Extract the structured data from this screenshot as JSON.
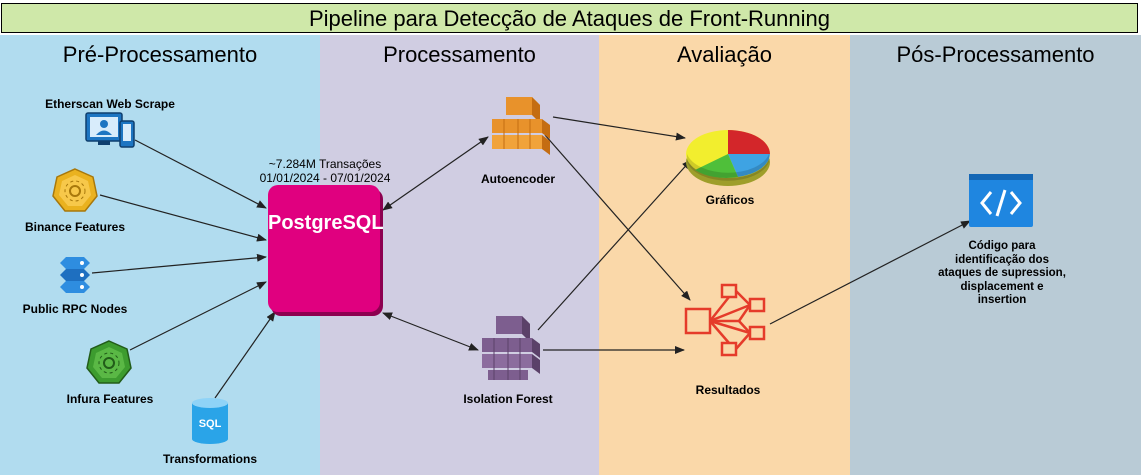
{
  "title": "Pipeline para Detecção de Ataques de Front-Running",
  "sections": {
    "pre": "Pré-Processamento",
    "proc": "Processamento",
    "aval": "Avaliação",
    "pos": "Pós-Processamento"
  },
  "sources": {
    "etherscan": "Etherscan Web Scrape",
    "binance": "Binance Features",
    "rpc": "Public RPC Nodes",
    "infura": "Infura Features",
    "transformations": "Transformations"
  },
  "database": {
    "name": "PostgreSQL",
    "tx_count": "~7.284M Transações",
    "date_range": "01/01/2024 - 07/01/2024"
  },
  "models": {
    "autoencoder": "Autoencoder",
    "isolation_forest": "Isolation Forest"
  },
  "outputs": {
    "graficos": "Gráficos",
    "resultados": "Resultados"
  },
  "post": {
    "code_label": [
      "Código para",
      "identificação dos",
      "ataques de supression,",
      "displacement e",
      "insertion"
    ]
  },
  "colors": {
    "pre_band": "#b1dcef",
    "proc_band": "#d0cde2",
    "aval_band": "#fad8a9",
    "pos_band": "#b9cbd6",
    "title_band": "#cfe8a9",
    "postgres": "#e0007f"
  }
}
